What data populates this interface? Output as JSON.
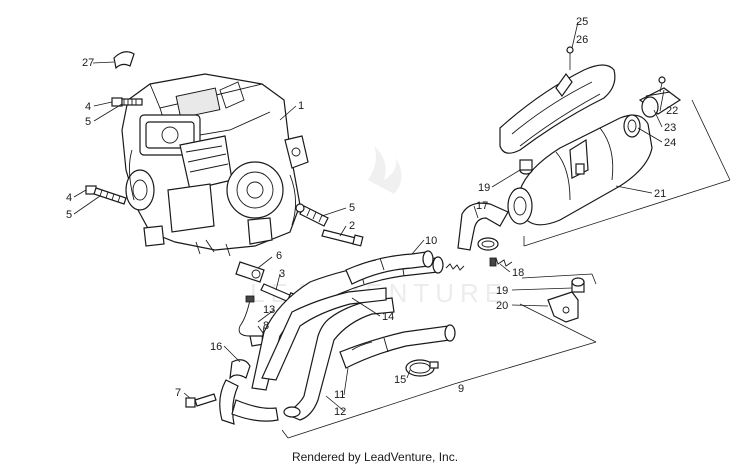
{
  "footer": {
    "text": "Rendered by LeadVenture, Inc."
  },
  "watermark": {
    "text": "LEADVENTURE"
  },
  "callouts": {
    "c1": "1",
    "c2": "2",
    "c3": "3",
    "c4a": "4",
    "c4b": "4",
    "c5a": "5",
    "c5b": "5",
    "c5c": "5",
    "c6": "6",
    "c7": "7",
    "c8": "8",
    "c9": "9",
    "c10": "10",
    "c11": "11",
    "c12": "12",
    "c13": "13",
    "c14": "14",
    "c15": "15",
    "c16": "16",
    "c17": "17",
    "c18": "18",
    "c19a": "19",
    "c19b": "19",
    "c20": "20",
    "c21": "21",
    "c22": "22",
    "c23": "23",
    "c24": "24",
    "c25": "25",
    "c26": "26",
    "c27": "27"
  }
}
